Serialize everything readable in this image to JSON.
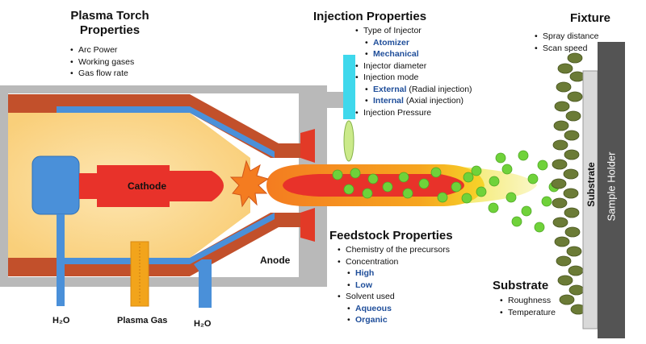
{
  "torch": {
    "title_line1": "Plasma Torch",
    "title_line2": "Properties",
    "items": [
      "Arc Power",
      "Working gases",
      "Gas flow rate"
    ],
    "cathode": "Cathode",
    "anode": "Anode",
    "h2o_left": "H₂O",
    "h2o_right": "H₂O",
    "plasma_gas": "Plasma Gas"
  },
  "injection": {
    "title": "Injection Properties",
    "type_label": "Type of Injector",
    "type_options": [
      "Atomizer",
      "Mechanical"
    ],
    "diameter": "Injector diameter",
    "mode_label": "Injection mode",
    "mode_options": [
      {
        "name": "External",
        "detail": " (Radial injection)"
      },
      {
        "name": "Internal",
        "detail": " (Axial injection)"
      }
    ],
    "pressure": "Injection Pressure"
  },
  "fixture": {
    "title": "Fixture",
    "items": [
      "Spray distance",
      "Scan  speed"
    ]
  },
  "feedstock": {
    "title": "Feedstock Properties",
    "chemistry": "Chemistry of the precursors",
    "concentration_label": "Concentration",
    "concentration_options": [
      "High",
      "Low"
    ],
    "solvent_label": "Solvent used",
    "solvent_options": [
      "Aqueous",
      "Organic"
    ]
  },
  "substrate": {
    "title": "Substrate",
    "items": [
      "Roughness",
      "Temperature"
    ],
    "vertical_label": "Substrate",
    "holder_label": "Sample Holder"
  },
  "colors": {
    "torch_body": "#b8b8b8",
    "copper": "#c0502a",
    "cooling": "#4a90d9",
    "cathode": "#e8322a",
    "plasma_outer": "#f28a1e",
    "plasma_inner": "#e8322a",
    "droplet": "#6fd23a",
    "injector": "#3fd8ec",
    "coating": "#6b7b36",
    "holder": "#545454"
  }
}
